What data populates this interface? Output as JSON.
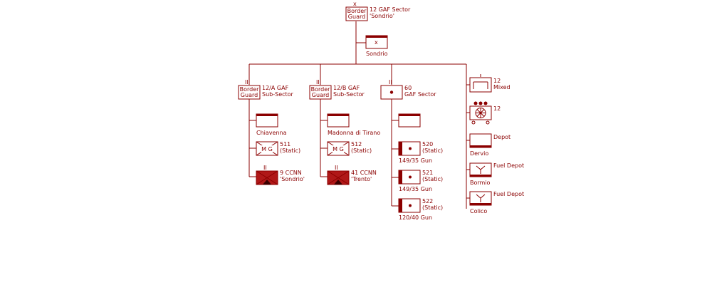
{
  "colors": {
    "line": "#8b0000",
    "fill": "#b01818"
  },
  "hq": {
    "symbol_text_1": "Border",
    "symbol_text_2": "Guard",
    "label_1": "12 GAF Sector",
    "label_2": "'Sondrio'",
    "size_mark": "x"
  },
  "hq_sub": {
    "label": "Sondrio",
    "size_mark": "x"
  },
  "columns": [
    {
      "header": {
        "symbol_text_1": "Border",
        "symbol_text_2": "Guard",
        "label_1": "12/A GAF",
        "label_2": "Sub-Sector",
        "size_mark": "III"
      },
      "top_unit": {
        "label": "Chiavenna"
      },
      "mg_unit": {
        "symbol_text": "M G",
        "label_1": "511",
        "label_2": "(Static)"
      },
      "bn_unit": {
        "size_mark": "II",
        "label_1": "9 CCNN",
        "label_2": "'Sondrio'"
      }
    },
    {
      "header": {
        "symbol_text_1": "Border",
        "symbol_text_2": "Guard",
        "label_1": "12/B GAF",
        "label_2": "Sub-Sector",
        "size_mark": "III"
      },
      "top_unit": {
        "label": "Madonna di Tirano"
      },
      "mg_unit": {
        "symbol_text": "M G",
        "label_1": "512",
        "label_2": "(Static)"
      },
      "bn_unit": {
        "size_mark": "II",
        "label_1": "41 CCNN",
        "label_2": "'Trento'"
      }
    }
  ],
  "artillery": {
    "header": {
      "label_1": "60",
      "label_2": "GAF Sector",
      "size_mark": "II"
    },
    "units": [
      {
        "label_1": "520",
        "label_2": "(Static)",
        "label_3": "149/35 Gun"
      },
      {
        "label_1": "521",
        "label_2": "(Static)",
        "label_3": "149/35 Gun"
      },
      {
        "label_1": "522",
        "label_2": "(Static)",
        "label_3": "120/40 Gun"
      }
    ]
  },
  "support": [
    {
      "label_1": "12",
      "label_2": "Mixed",
      "label_3": ""
    },
    {
      "label_1": "12",
      "label_2": "",
      "label_3": ""
    },
    {
      "label_1": "Depot",
      "label_2": "Dervio",
      "label_3": ""
    },
    {
      "label_1": "Fuel Depot",
      "label_2": "Bormio",
      "label_3": ""
    },
    {
      "label_1": "Fuel Depot",
      "label_2": "Colico",
      "label_3": ""
    }
  ]
}
